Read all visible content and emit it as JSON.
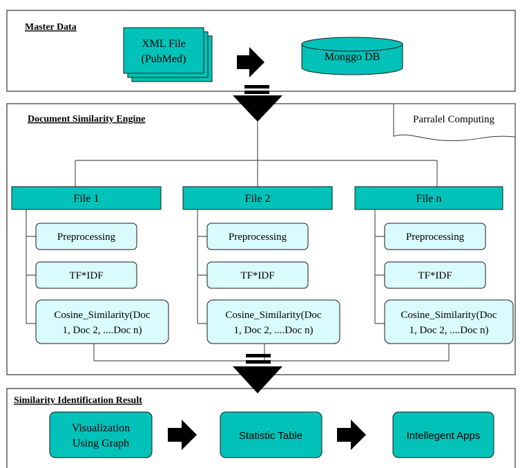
{
  "sections": {
    "master": {
      "title": "Master Data"
    },
    "engine": {
      "title": "Document Similarity Engine"
    },
    "result": {
      "title": "Similarity Identification Result"
    }
  },
  "master": {
    "xml_line1": "XML File",
    "xml_line2": "(PubMed)",
    "db_label": "Monggo DB"
  },
  "engine": {
    "note": "Parralel Computing",
    "files": [
      {
        "label": "File 1"
      },
      {
        "label": "File 2"
      },
      {
        "label": "File n"
      }
    ],
    "steps": {
      "preprocessing": "Preprocessing",
      "tfidf": "TF*IDF",
      "cosine_line1": "Cosine_Similarity(Doc",
      "cosine_line2": "1, Doc 2, ....Doc n)"
    }
  },
  "result": {
    "viz_line1": "Visualization",
    "viz_line2": "Using Graph",
    "table": "Statistic Table",
    "apps": "Intellegent Apps"
  },
  "colors": {
    "teal": "#00c2b8",
    "light_cyan": "#d9fbfd",
    "stroke": "#1a1a1a"
  }
}
